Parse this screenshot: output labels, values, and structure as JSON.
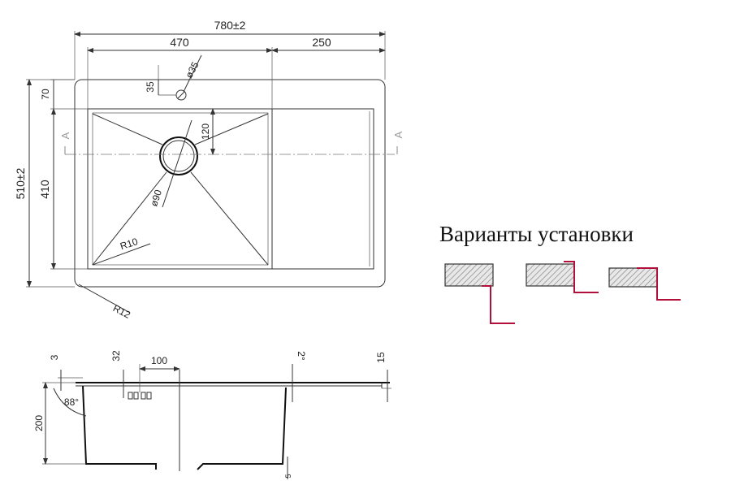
{
  "top_view": {
    "overall_width": "780±2",
    "bowl_width": "470",
    "drainboard_width": "250",
    "overall_depth": "510±2",
    "bowl_depth": "410",
    "edge_offset": "70",
    "tap_hole_offset": "35",
    "tap_hole_diameter": "ø35",
    "drain_offset": "120",
    "drain_diameter": "ø90",
    "inner_radius": "R10",
    "outer_radius": "R12",
    "section_mark": "A"
  },
  "side_view": {
    "flange": "3",
    "overflow_height": "32",
    "overflow_offset": "100",
    "bowl_height": "200",
    "wall_angle": "88°",
    "slope": "2°",
    "drainboard_height": "15",
    "bottom_step": "5"
  },
  "install_options": {
    "title": "Варианты установки",
    "count": 3
  },
  "colors": {
    "line": "#333333",
    "mount_profile": "#b0103a",
    "hatch": "#666666"
  }
}
